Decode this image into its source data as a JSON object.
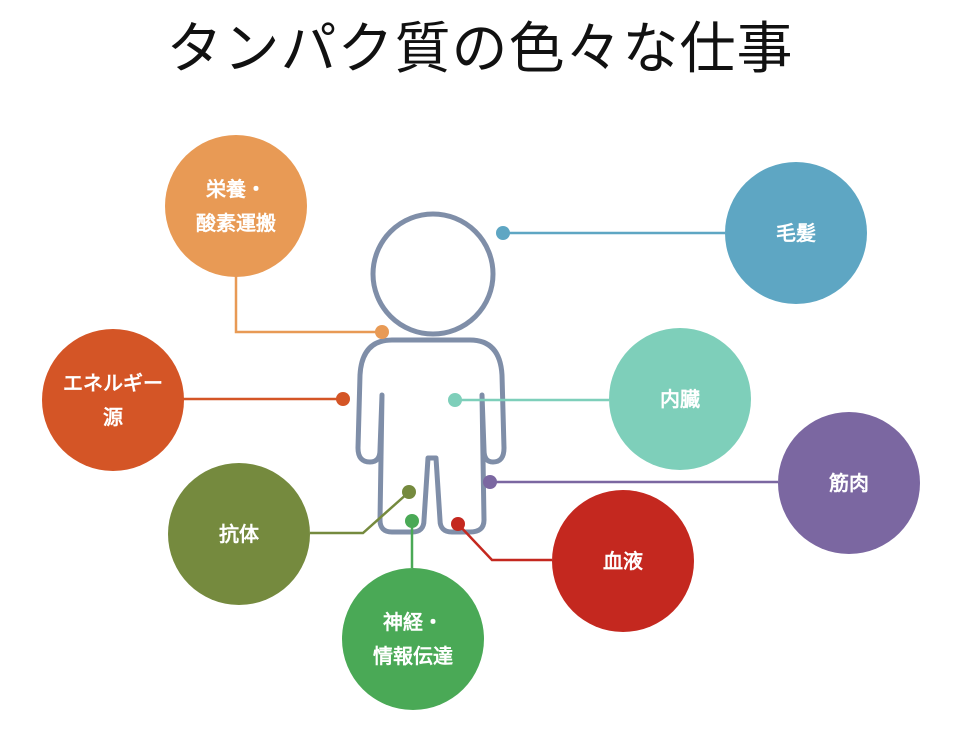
{
  "title": "タンパク質の色々な仕事",
  "colors": {
    "figure_stroke": "#7f8ea8",
    "nutrition": "#e89a55",
    "energy": "#d45526",
    "antibody": "#758a3e",
    "nerve": "#4aa956",
    "blood": "#c4281f",
    "muscle": "#7b67a1",
    "organs": "#7ecfba",
    "hair": "#5ea6c3"
  },
  "functions": {
    "nutrition": "栄養・\n酸素運搬",
    "energy": "エネルギー\n源",
    "antibody": "抗体",
    "nerve": "神経・\n情報伝達",
    "blood": "血液",
    "muscle": "筋肉",
    "organs": "内臓",
    "hair": "毛髪"
  }
}
